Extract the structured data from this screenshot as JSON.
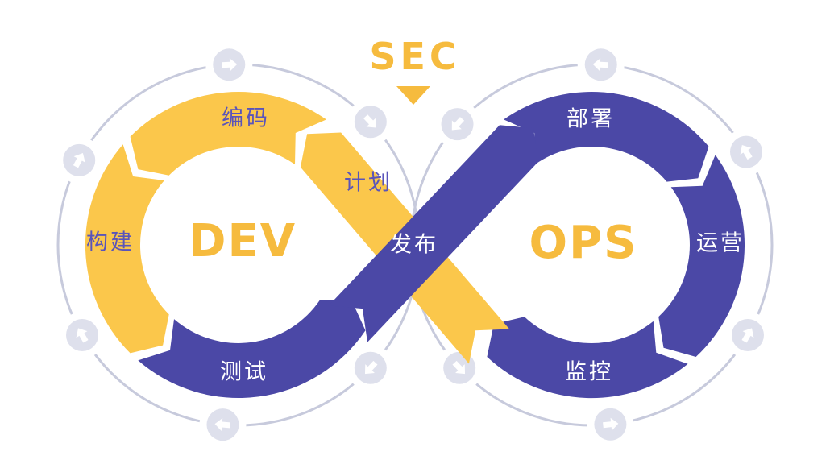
{
  "diagram_title": {
    "sec_label": "SEC"
  },
  "dev_loop": {
    "title": "DEV",
    "stages": {
      "plan": "计划",
      "code": "编码",
      "build": "构建",
      "test": "测试"
    }
  },
  "ops_loop": {
    "title": "OPS",
    "stages": {
      "release": "发布",
      "deploy": "部署",
      "operate": "运营",
      "monitor": "监控"
    }
  },
  "colors": {
    "dev_yellow": "#FBC74B",
    "ops_purple": "#4B48A6",
    "accent_text_yellow": "#F6BB3E",
    "label_on_yellow": "#5A54BA",
    "label_on_purple": "#FFFFFF",
    "ring_gray": "#C7CADC",
    "node_fill": "#DEE0EC",
    "node_arrow": "#FFFFFF",
    "background": "#FFFFFF"
  }
}
